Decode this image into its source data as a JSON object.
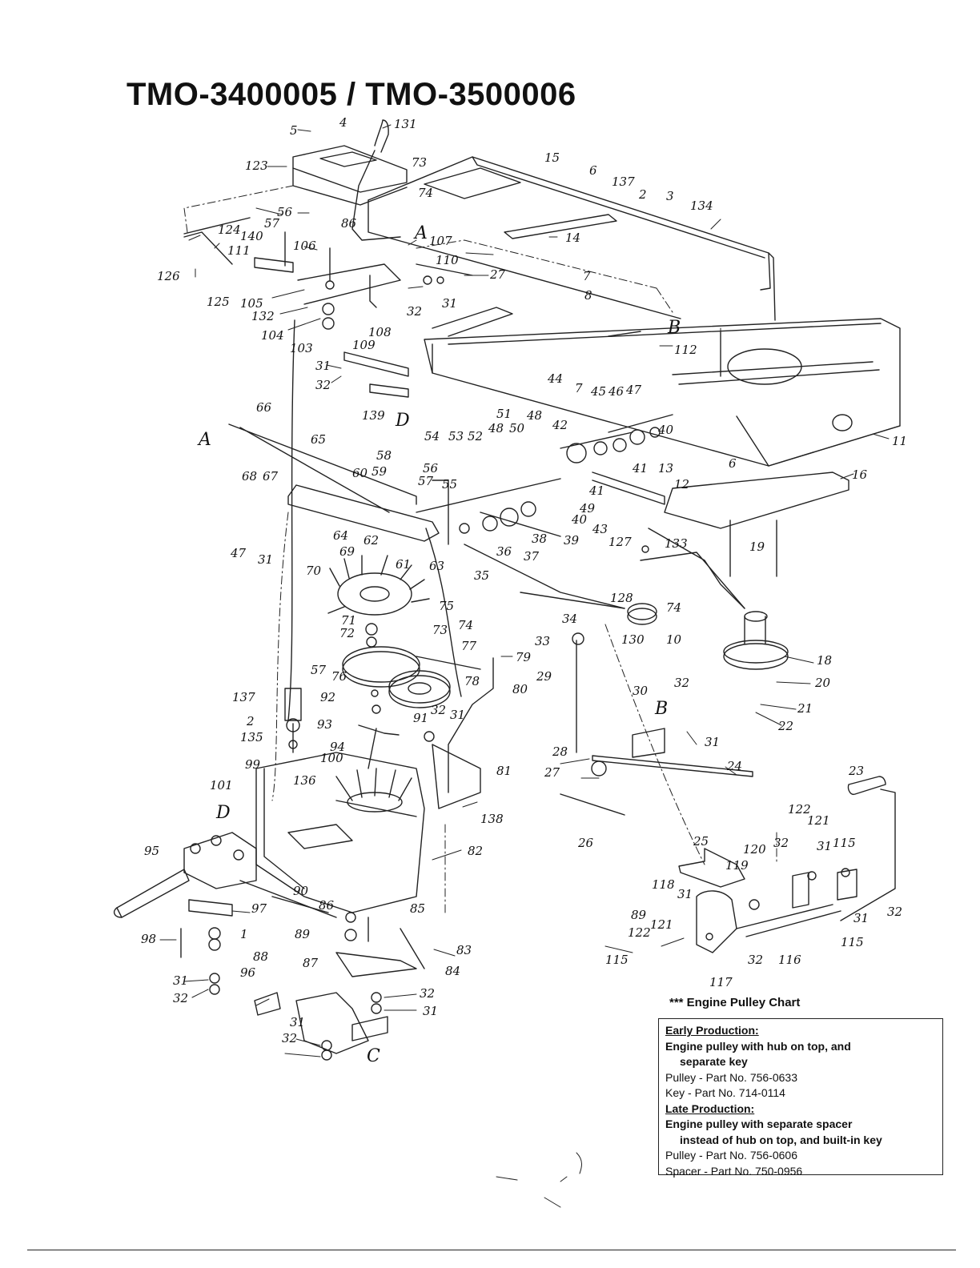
{
  "page": {
    "title": "TMO-3400005 / TMO-3500006"
  },
  "callouts": {
    "n1": "1",
    "n2": "2",
    "n3": "3",
    "n4": "4",
    "n5": "5",
    "n6": "6",
    "n7": "7",
    "n8": "8",
    "n10": "10",
    "n11": "11",
    "n12": "12",
    "n13": "13",
    "n14": "14",
    "n15": "15",
    "n16": "16",
    "n18": "18",
    "n19": "19",
    "n20": "20",
    "n21": "21",
    "n22": "22",
    "n23": "23",
    "n24": "24",
    "n25": "25",
    "n26": "26",
    "n27": "27",
    "n28": "28",
    "n29": "29",
    "n30": "30",
    "n31": "31",
    "n32": "32",
    "n33": "33",
    "n34": "34",
    "n35": "35",
    "n36": "36",
    "n37": "37",
    "n38": "38",
    "n39": "39",
    "n40": "40",
    "n41": "41",
    "n42": "42",
    "n43": "43",
    "n44": "44",
    "n45": "45",
    "n46": "46",
    "n47": "47",
    "n48": "48",
    "n49": "49",
    "n50": "50",
    "n51": "51",
    "n52": "52",
    "n53": "53",
    "n54": "54",
    "n55": "55",
    "n56": "56",
    "n57": "57",
    "n58": "58",
    "n59": "59",
    "n60": "60",
    "n61": "61",
    "n62": "62",
    "n63": "63",
    "n64": "64",
    "n65": "65",
    "n66": "66",
    "n67": "67",
    "n68": "68",
    "n69": "69",
    "n70": "70",
    "n71": "71",
    "n72": "72",
    "n73": "73",
    "n74": "74",
    "n75": "75",
    "n76": "76",
    "n77": "77",
    "n78": "78",
    "n79": "79",
    "n80": "80",
    "n81": "81",
    "n82": "82",
    "n83": "83",
    "n84": "84",
    "n85": "85",
    "n86": "86",
    "n87": "87",
    "n88": "88",
    "n89": "89",
    "n90": "90",
    "n91": "91",
    "n92": "92",
    "n93": "93",
    "n94": "94",
    "n95": "95",
    "n96": "96",
    "n97": "97",
    "n98": "98",
    "n99": "99",
    "n100": "100",
    "n101": "101",
    "n103": "103",
    "n104": "104",
    "n105": "105",
    "n106": "106",
    "n107": "107",
    "n108": "108",
    "n109": "109",
    "n110": "110",
    "n111": "111",
    "n112": "112",
    "n115": "115",
    "n116": "116",
    "n117": "117",
    "n118": "118",
    "n119": "119",
    "n120": "120",
    "n121": "121",
    "n122": "122",
    "n123": "123",
    "n124": "124",
    "n125": "125",
    "n126": "126",
    "n127": "127",
    "n128": "128",
    "n130": "130",
    "n131": "131",
    "n132": "132",
    "n133": "133",
    "n134": "134",
    "n135": "135",
    "n136": "136",
    "n137": "137",
    "n138": "138",
    "n139": "139",
    "n140": "140",
    "A": "A",
    "B": "B",
    "C": "C",
    "D": "D"
  },
  "engine_pulley_chart": {
    "heading": "*** Engine Pulley Chart",
    "early": {
      "label": "Early Production:",
      "desc_1": "Engine pulley with hub on top, and",
      "desc_2": "separate key",
      "pulley": "Pulley - Part No. 756-0633",
      "key": "Key - Part No. 714-0114"
    },
    "late": {
      "label": "Late Production:",
      "desc_1": "Engine pulley with separate spacer",
      "desc_2": "instead of hub on top, and built-in key",
      "pulley": "Pulley - Part No. 756-0606",
      "spacer": "Spacer - Part No. 750-0956"
    }
  }
}
